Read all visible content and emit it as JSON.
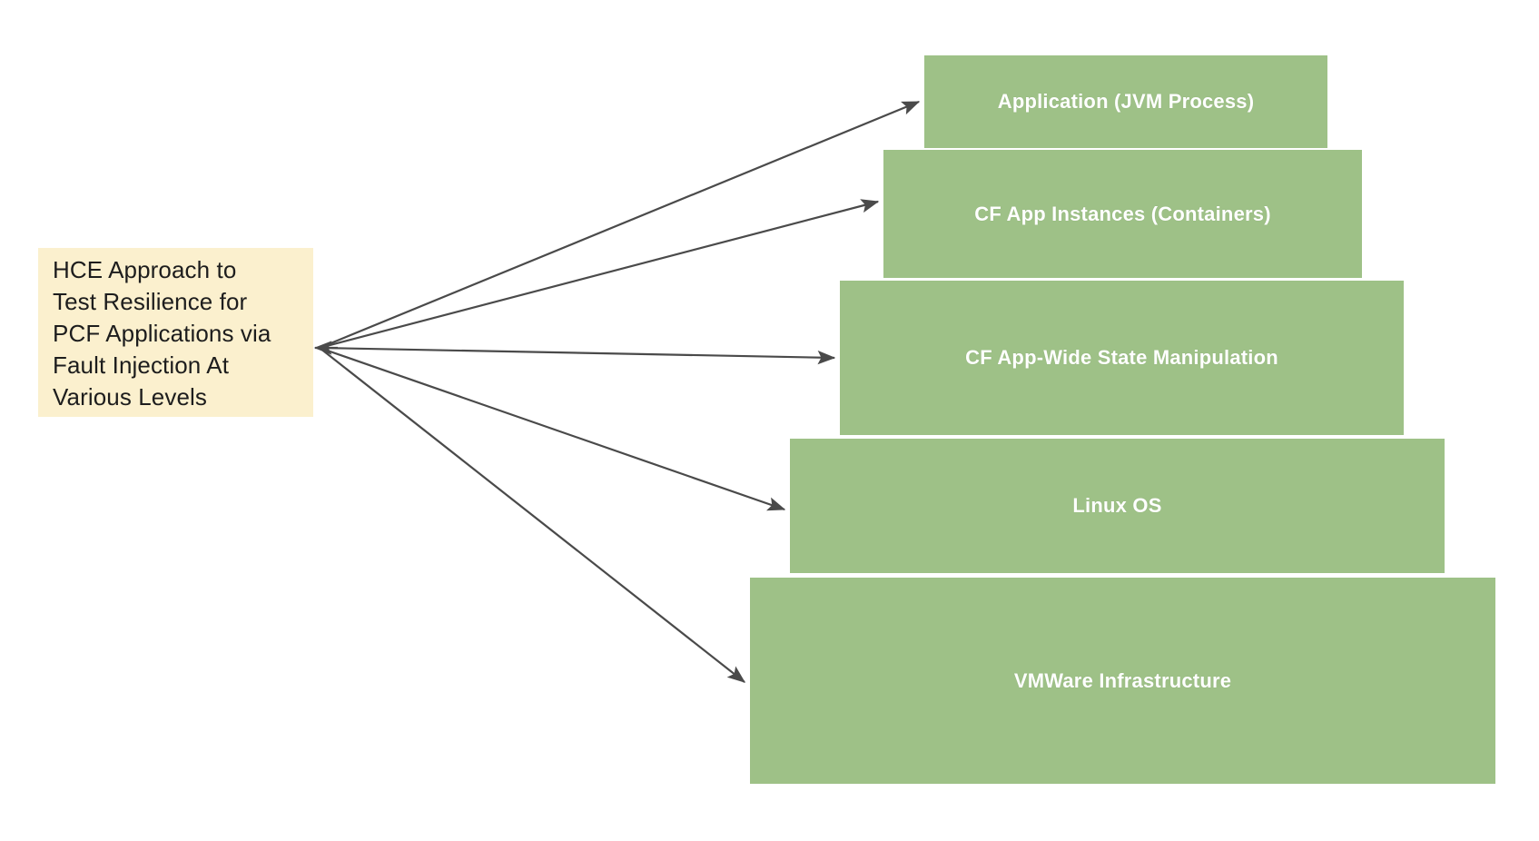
{
  "diagram": {
    "title": "HCE Approach to Test Resilience for PCF Applications via Fault Injection At Various Levels",
    "background_color": "#ffffff",
    "note": {
      "text": "HCE Approach to\nTest Resilience for\nPCF Applications via\nFault Injection At\nVarious Levels",
      "fill_color": "#fbf0ce",
      "text_color": "#1d1d1d"
    },
    "layers": [
      {
        "label": "Application (JVM Process)",
        "fill_color": "#9ec187",
        "text_color": "#ffffff"
      },
      {
        "label": "CF App Instances (Containers)",
        "fill_color": "#9ec187",
        "text_color": "#ffffff"
      },
      {
        "label": "CF App-Wide State Manipulation",
        "fill_color": "#9ec187",
        "text_color": "#ffffff"
      },
      {
        "label": "Linux OS",
        "fill_color": "#9ec187",
        "text_color": "#ffffff"
      },
      {
        "label": "VMWare Infrastructure",
        "fill_color": "#9ec187",
        "text_color": "#ffffff"
      }
    ],
    "connectors": {
      "stroke_color": "#4a4a4a",
      "count": 5,
      "origin_label": "note",
      "targets": [
        "Application (JVM Process)",
        "CF App Instances (Containers)",
        "CF App-Wide State Manipulation",
        "Linux OS",
        "VMWare Infrastructure"
      ]
    }
  }
}
